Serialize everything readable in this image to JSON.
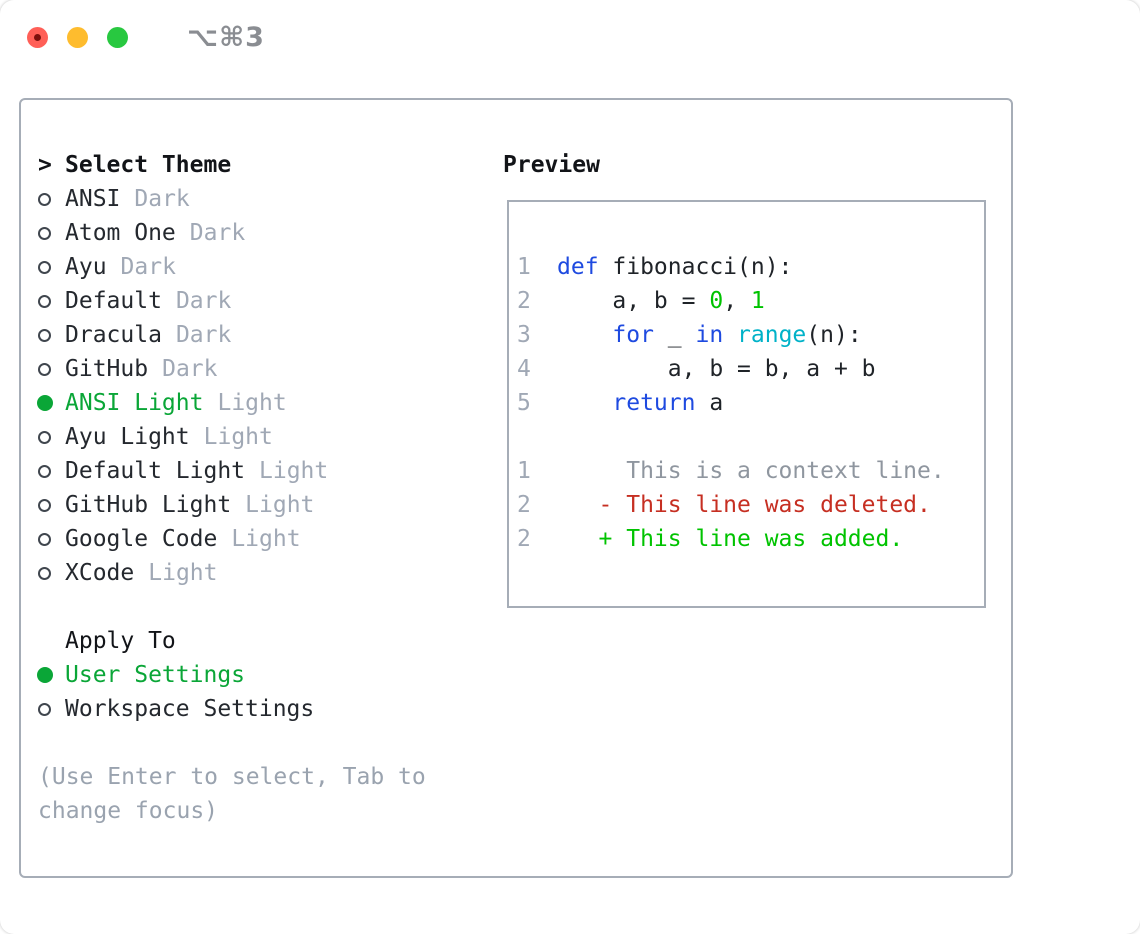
{
  "titlebar": {
    "shortcut": "⌥⌘3",
    "buttons": [
      "close",
      "minimize",
      "zoom"
    ]
  },
  "colors": {
    "selection_green": "#0aa637",
    "added_green": "#00c300",
    "number_green": "#00c300",
    "deleted_red": "#c62f22",
    "keyword_blue": "#1e4ae0",
    "builtin_cyan": "#00b2c8",
    "muted_gray": "#9aa3af",
    "tag_gray": "#a0a8b5",
    "frame_border_gray": "#a6adb7",
    "traffic_red": "#ff5f57",
    "traffic_yellow": "#febc2e",
    "traffic_green": "#28c840"
  },
  "theme_selector": {
    "prompt": ">",
    "title": "Select Theme",
    "themes": [
      {
        "name": "ANSI",
        "variant": "Dark",
        "selected": false
      },
      {
        "name": "Atom One",
        "variant": "Dark",
        "selected": false
      },
      {
        "name": "Ayu",
        "variant": "Dark",
        "selected": false
      },
      {
        "name": "Default",
        "variant": "Dark",
        "selected": false
      },
      {
        "name": "Dracula",
        "variant": "Dark",
        "selected": false
      },
      {
        "name": "GitHub",
        "variant": "Dark",
        "selected": false
      },
      {
        "name": "ANSI Light",
        "variant": "Light",
        "selected": true
      },
      {
        "name": "Ayu Light",
        "variant": "Light",
        "selected": false
      },
      {
        "name": "Default Light",
        "variant": "Light",
        "selected": false
      },
      {
        "name": "GitHub Light",
        "variant": "Light",
        "selected": false
      },
      {
        "name": "Google Code",
        "variant": "Light",
        "selected": false
      },
      {
        "name": "XCode",
        "variant": "Light",
        "selected": false
      }
    ],
    "apply_to": {
      "title": "Apply To",
      "options": [
        {
          "label": "User Settings",
          "selected": true
        },
        {
          "label": "Workspace Settings",
          "selected": false
        }
      ]
    },
    "hint_line1": "(Use Enter to select, Tab to",
    "hint_line2": "change focus)"
  },
  "preview": {
    "title": "Preview",
    "lines": [
      {
        "name": "code-line-1",
        "num": "1",
        "segments": [
          {
            "t": "def",
            "c": "kw"
          },
          {
            "t": " fibonacci(n):",
            "c": "fg"
          }
        ]
      },
      {
        "name": "code-line-2",
        "num": "2",
        "segments": [
          {
            "t": "    a, b = ",
            "c": "fg"
          },
          {
            "t": "0",
            "c": "num"
          },
          {
            "t": ", ",
            "c": "fg"
          },
          {
            "t": "1",
            "c": "num"
          }
        ]
      },
      {
        "name": "code-line-3",
        "num": "3",
        "segments": [
          {
            "t": "    ",
            "c": "fg"
          },
          {
            "t": "for",
            "c": "kw"
          },
          {
            "t": " _ ",
            "c": "fg"
          },
          {
            "t": "in",
            "c": "kw"
          },
          {
            "t": " ",
            "c": "fg"
          },
          {
            "t": "range",
            "c": "fn"
          },
          {
            "t": "(n):",
            "c": "fg"
          }
        ]
      },
      {
        "name": "code-line-4",
        "num": "4",
        "segments": [
          {
            "t": "        a, b = b, a + b",
            "c": "fg"
          }
        ]
      },
      {
        "name": "code-line-5",
        "num": "5",
        "segments": [
          {
            "t": "    ",
            "c": "fg"
          },
          {
            "t": "return",
            "c": "kw"
          },
          {
            "t": " a",
            "c": "fg"
          }
        ]
      },
      {
        "name": "blank-line",
        "num": "",
        "segments": []
      },
      {
        "name": "diff-context-line",
        "num": "1",
        "segments": [
          {
            "t": "     This is a context line.",
            "c": "ctx"
          }
        ]
      },
      {
        "name": "diff-deleted-line",
        "num": "2",
        "segments": [
          {
            "t": "   - This line was deleted.",
            "c": "del"
          }
        ]
      },
      {
        "name": "diff-added-line",
        "num": "2",
        "segments": [
          {
            "t": "   + This line was added.",
            "c": "add"
          }
        ]
      }
    ]
  }
}
